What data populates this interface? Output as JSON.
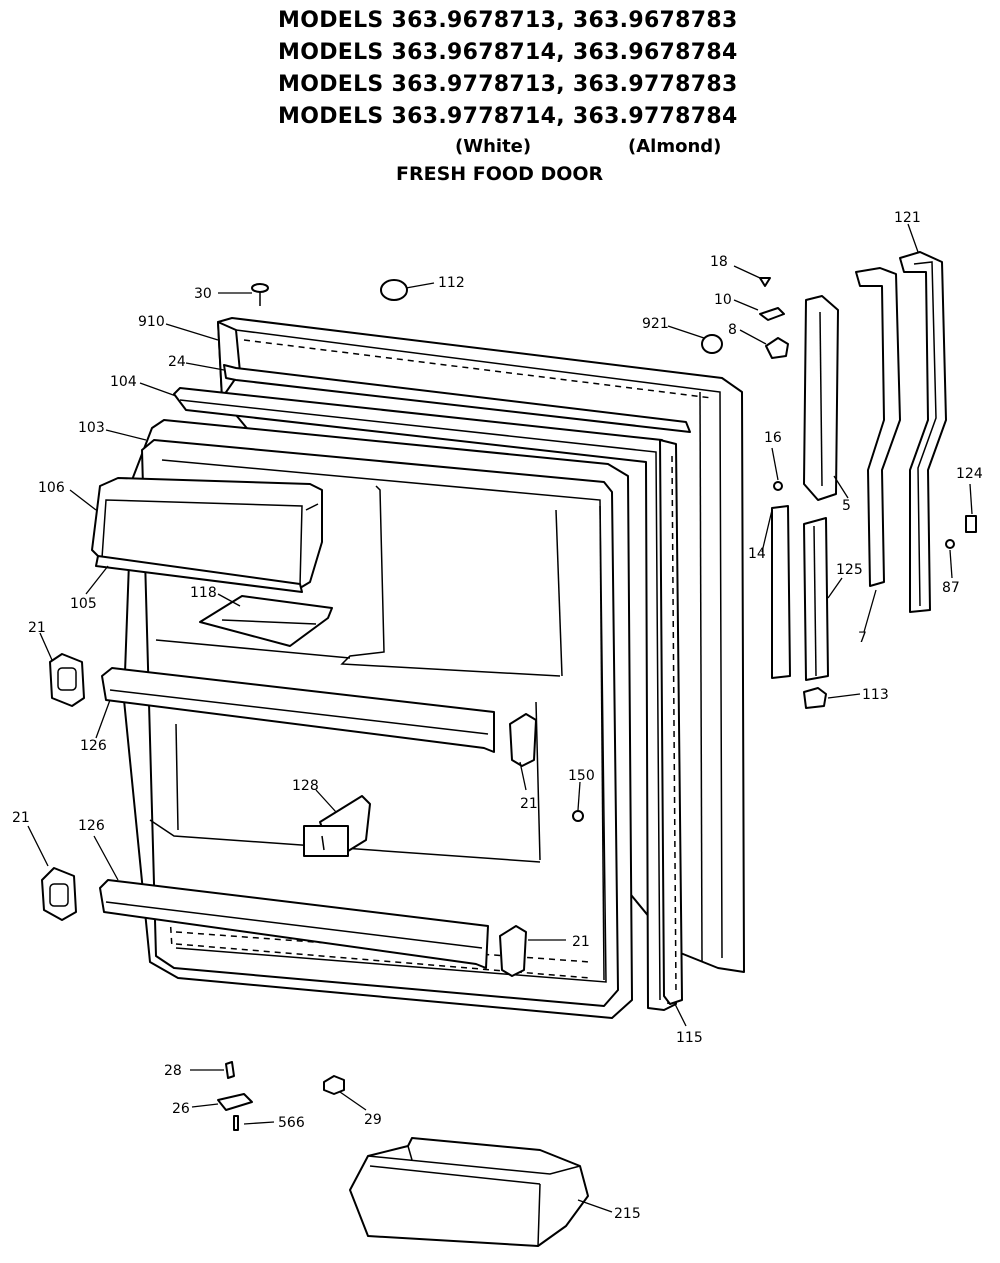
{
  "header": {
    "model_lines": [
      "MODELS 363.9678713, 363.9678783",
      "MODELS 363.9678714, 363.9678784",
      "MODELS 363.9778713, 363.9778783",
      "MODELS 363.9778714, 363.9778784"
    ],
    "white_label": "(White)",
    "almond_label": "(Almond)",
    "subtitle": "FRESH FOOD DOOR"
  },
  "callouts": [
    {
      "id": "30",
      "part": "screw"
    },
    {
      "id": "112",
      "part": "plug"
    },
    {
      "id": "910",
      "part": "outer-door"
    },
    {
      "id": "24",
      "part": "top-trim"
    },
    {
      "id": "104",
      "part": "gasket"
    },
    {
      "id": "103",
      "part": "door-liner"
    },
    {
      "id": "106",
      "part": "dairy-door"
    },
    {
      "id": "105",
      "part": "dairy-hinge"
    },
    {
      "id": "118",
      "part": "egg-tray"
    },
    {
      "id": "21",
      "part": "shelf-bracket-left-upper"
    },
    {
      "id": "126",
      "part": "shelf-rail-upper"
    },
    {
      "id": "21",
      "part": "shelf-bracket-right-upper"
    },
    {
      "id": "150",
      "part": "screw-liner"
    },
    {
      "id": "128",
      "part": "clip"
    },
    {
      "id": "21",
      "part": "shelf-bracket-left-lower"
    },
    {
      "id": "126",
      "part": "shelf-rail-lower"
    },
    {
      "id": "21",
      "part": "shelf-bracket-right-lower"
    },
    {
      "id": "115",
      "part": "side-trim"
    },
    {
      "id": "18",
      "part": "screw-small"
    },
    {
      "id": "10",
      "part": "shim"
    },
    {
      "id": "921",
      "part": "button"
    },
    {
      "id": "8",
      "part": "stop"
    },
    {
      "id": "16",
      "part": "screw-hinge"
    },
    {
      "id": "5",
      "part": "handle-mount"
    },
    {
      "id": "14",
      "part": "handle-insert"
    },
    {
      "id": "125",
      "part": "handle-trim"
    },
    {
      "id": "113",
      "part": "end-cap"
    },
    {
      "id": "121",
      "part": "handle-rear"
    },
    {
      "id": "7",
      "part": "handle-front"
    },
    {
      "id": "124",
      "part": "clip-handle"
    },
    {
      "id": "87",
      "part": "screw-handle"
    },
    {
      "id": "28",
      "part": "pin"
    },
    {
      "id": "26",
      "part": "label"
    },
    {
      "id": "566",
      "part": "fastener"
    },
    {
      "id": "29",
      "part": "nut"
    },
    {
      "id": "215",
      "part": "door-bin"
    }
  ]
}
